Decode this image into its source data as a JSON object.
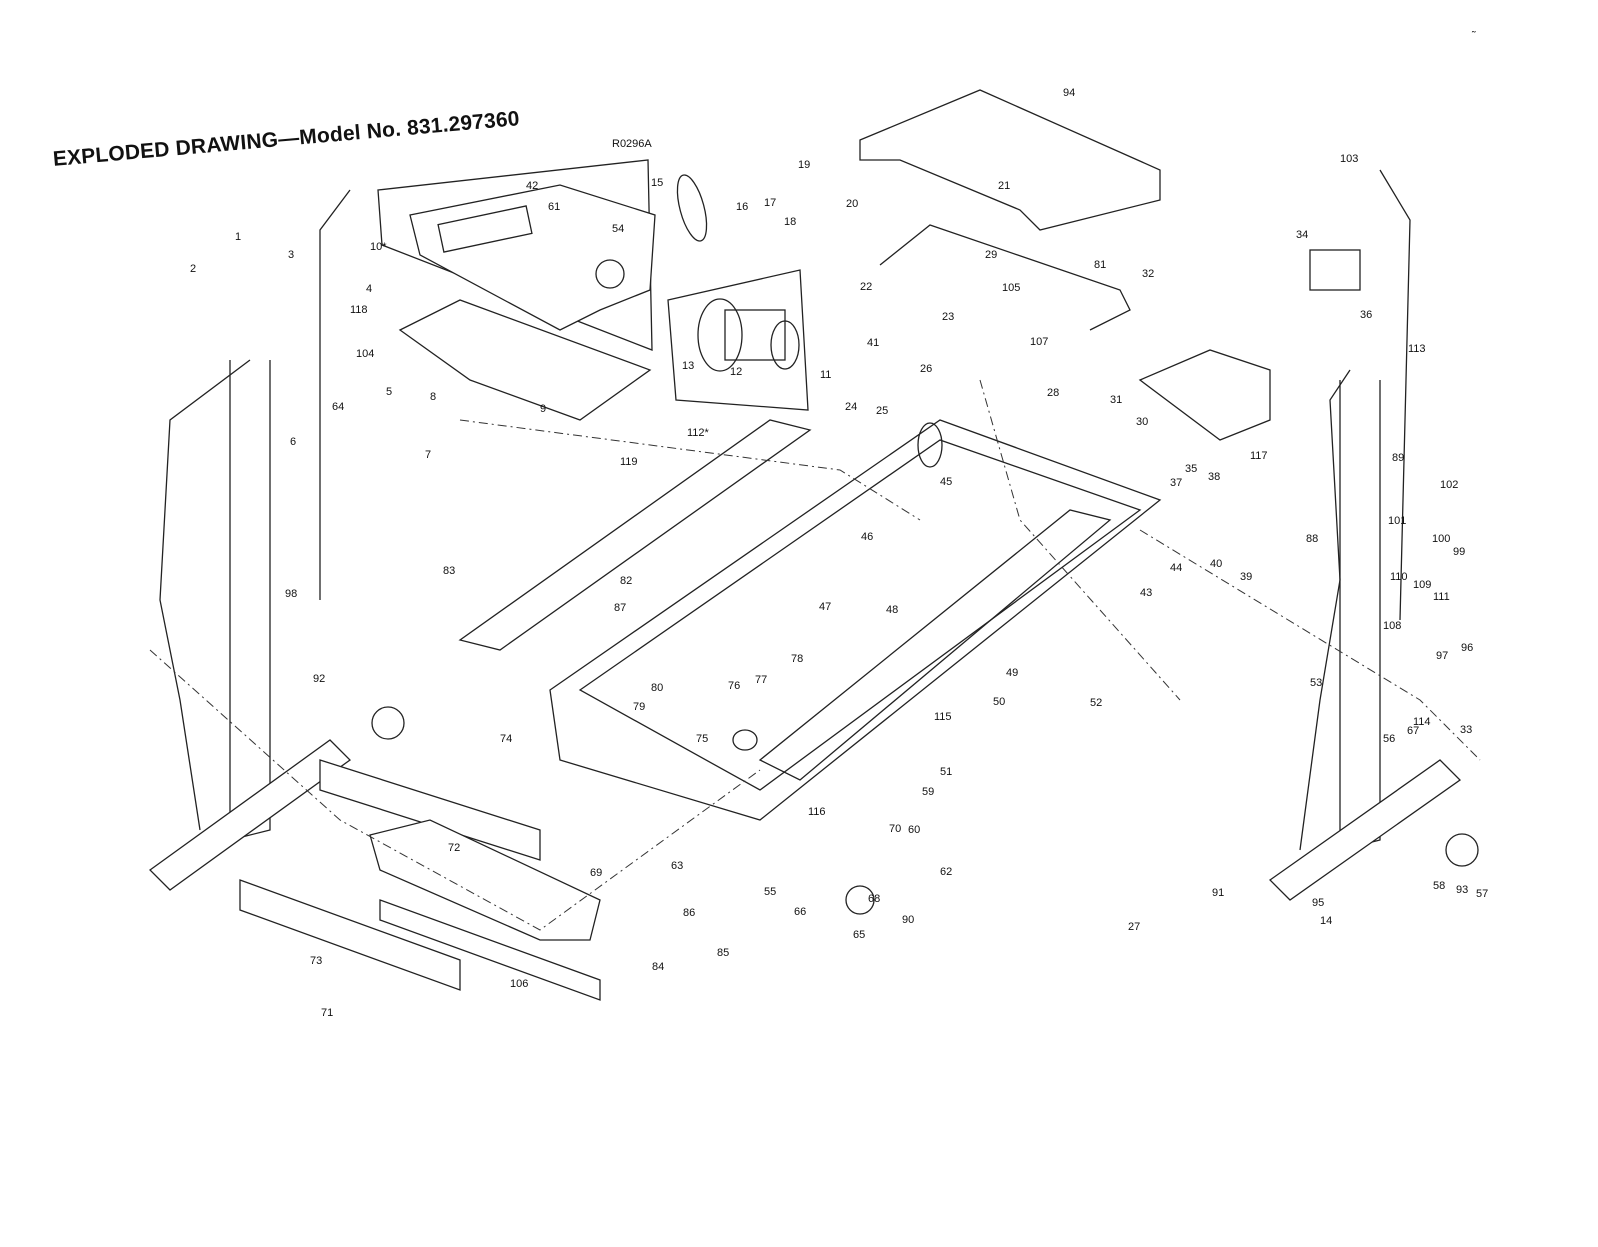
{
  "title": "EXPLODED DRAWING—Model No. 831.297360",
  "drawing_ref": "R0296A",
  "corner_mark": "˜",
  "callouts": [
    "1",
    "2",
    "3",
    "4",
    "5",
    "6",
    "7",
    "8",
    "9",
    "10*",
    "11",
    "12",
    "13",
    "14",
    "15",
    "16",
    "17",
    "18",
    "19",
    "20",
    "21",
    "22",
    "23",
    "24",
    "25",
    "26",
    "27",
    "28",
    "29",
    "30",
    "31",
    "32",
    "33",
    "34",
    "35",
    "36",
    "37",
    "38",
    "39",
    "40",
    "41",
    "42",
    "43",
    "44",
    "45",
    "46",
    "47",
    "48",
    "49",
    "50",
    "51",
    "52",
    "53",
    "54",
    "55",
    "56",
    "57",
    "58",
    "59",
    "60",
    "61",
    "62",
    "63",
    "64",
    "65",
    "66",
    "67",
    "68",
    "69",
    "70",
    "71",
    "72",
    "73",
    "74",
    "75",
    "76",
    "77",
    "78",
    "79",
    "80",
    "81",
    "82",
    "83",
    "84",
    "85",
    "86",
    "87",
    "88",
    "89",
    "90",
    "91",
    "92",
    "93",
    "94",
    "95",
    "96",
    "97",
    "98",
    "99",
    "100",
    "101",
    "102",
    "103",
    "104",
    "105",
    "106",
    "107",
    "108",
    "109",
    "110",
    "111",
    "112*",
    "113",
    "114",
    "115",
    "116",
    "117",
    "118",
    "119"
  ]
}
